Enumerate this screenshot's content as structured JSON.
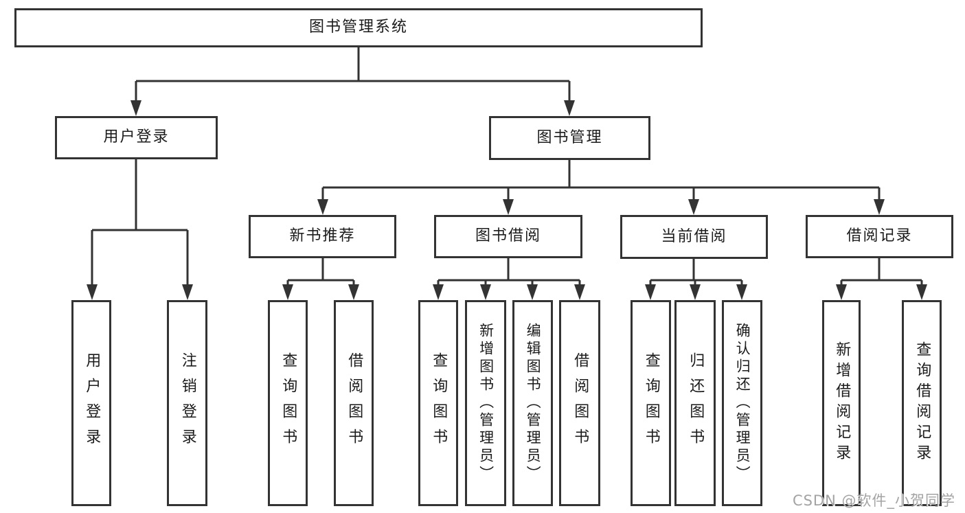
{
  "tree": {
    "root": {
      "label": "图书管理系统"
    },
    "level2": [
      {
        "label": "用户登录"
      },
      {
        "label": "图书管理"
      }
    ],
    "level3": [
      {
        "label": "新书推荐",
        "parent": "图书管理"
      },
      {
        "label": "图书借阅",
        "parent": "图书管理"
      },
      {
        "label": "当前借阅",
        "parent": "图书管理"
      },
      {
        "label": "借阅记录",
        "parent": "图书管理"
      }
    ],
    "leaves": [
      {
        "label": "用户登录",
        "parent": "用户登录"
      },
      {
        "label": "注销登录",
        "parent": "用户登录"
      },
      {
        "label": "查询图书",
        "parent": "新书推荐"
      },
      {
        "label": "借阅图书",
        "parent": "新书推荐"
      },
      {
        "label": "查询图书",
        "parent": "图书借阅"
      },
      {
        "label": "新增图书（管理员）",
        "parent": "图书借阅"
      },
      {
        "label": "编辑图书（管理员）",
        "parent": "图书借阅"
      },
      {
        "label": "借阅图书",
        "parent": "图书借阅"
      },
      {
        "label": "查询图书",
        "parent": "当前借阅"
      },
      {
        "label": "归还图书",
        "parent": "当前借阅"
      },
      {
        "label": "确认归还（管理员）",
        "parent": "当前借阅"
      },
      {
        "label": "新增借阅记录",
        "parent": "借阅记录"
      },
      {
        "label": "查询借阅记录",
        "parent": "借阅记录"
      }
    ]
  },
  "watermark": {
    "text": "CSDN @软件_小贺同学"
  },
  "colors": {
    "line": "#333333",
    "text": "#1b1b1b",
    "watermark": "#a3a3a3",
    "background": "#ffffff"
  }
}
